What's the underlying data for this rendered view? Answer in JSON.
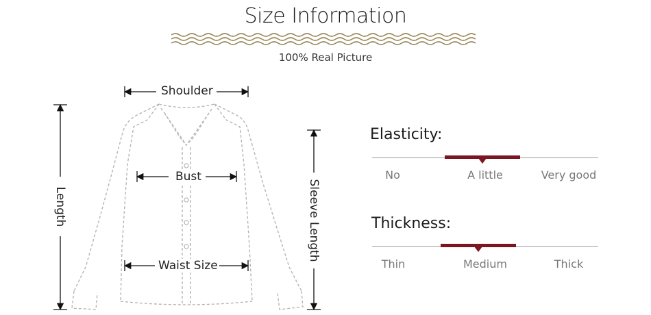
{
  "header": {
    "title": "Size Information",
    "subtitle": "100% Real Picture"
  },
  "diagram": {
    "shoulder": "Shoulder",
    "bust": "Bust",
    "waist": "Waist Size",
    "length": "Length",
    "sleeve": "Sleeve Length"
  },
  "scales": [
    {
      "title": "Elasticity:",
      "options": [
        "No",
        "A little",
        "Very good"
      ],
      "selected_index": 1
    },
    {
      "title": "Thickness:",
      "options": [
        "Thin",
        "Medium",
        "Thick"
      ],
      "selected_index": 1
    }
  ],
  "colors": {
    "accent": "#7b1522",
    "wave": "#9c8a5e",
    "outline": "#b5b5b5"
  }
}
